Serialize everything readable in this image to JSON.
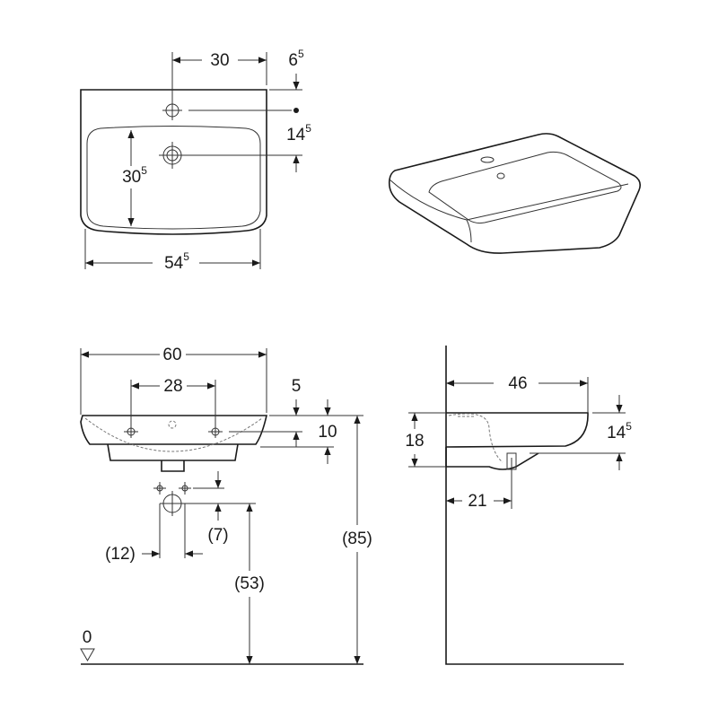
{
  "top_view": {
    "width_30": "30",
    "offset_6_5": "6",
    "offset_6_5_sup": "5",
    "depth_14_5": "14",
    "depth_14_5_sup": "5",
    "basin_30_5": "30",
    "basin_30_5_sup": "5",
    "width_54_5": "54",
    "width_54_5_sup": "5"
  },
  "front_view": {
    "width_60": "60",
    "width_28": "28",
    "dim_5": "5",
    "dim_10": "10",
    "dim_7": "(7)",
    "dim_12": "(12)",
    "dim_53": "(53)",
    "dim_85": "(85)",
    "floor_0": "0"
  },
  "side_view": {
    "depth_46": "46",
    "height_18": "18",
    "dim_14_5": "14",
    "dim_14_5_sup": "5",
    "dim_21": "21"
  }
}
